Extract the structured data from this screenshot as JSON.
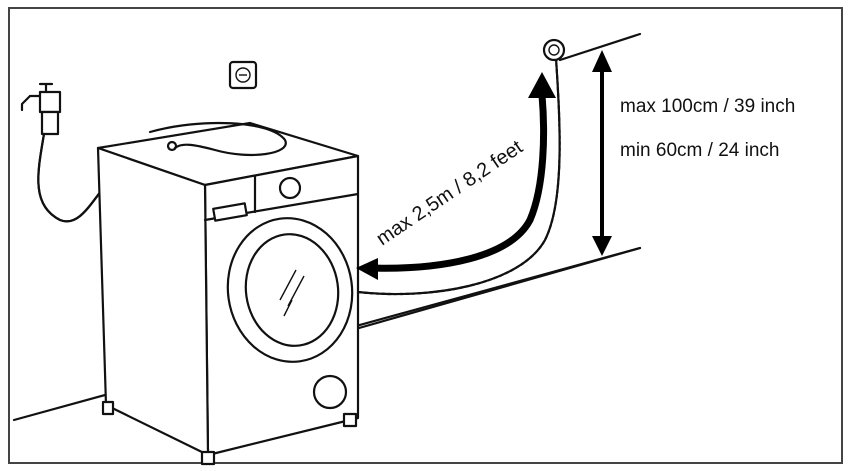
{
  "diagram": {
    "labels": {
      "height_max": "max 100cm / 39 inch",
      "height_min": "min 60cm / 24 inch",
      "hose_length": "max 2,5m / 8,2 feet"
    },
    "icons": [
      "water-tap-icon",
      "power-socket-icon",
      "washing-machine-icon",
      "drain-hose-icon",
      "height-arrow-icon",
      "length-arrow-icon"
    ],
    "colors": {
      "line": "#111111",
      "background": "#ffffff",
      "arrow": "#000000"
    }
  }
}
